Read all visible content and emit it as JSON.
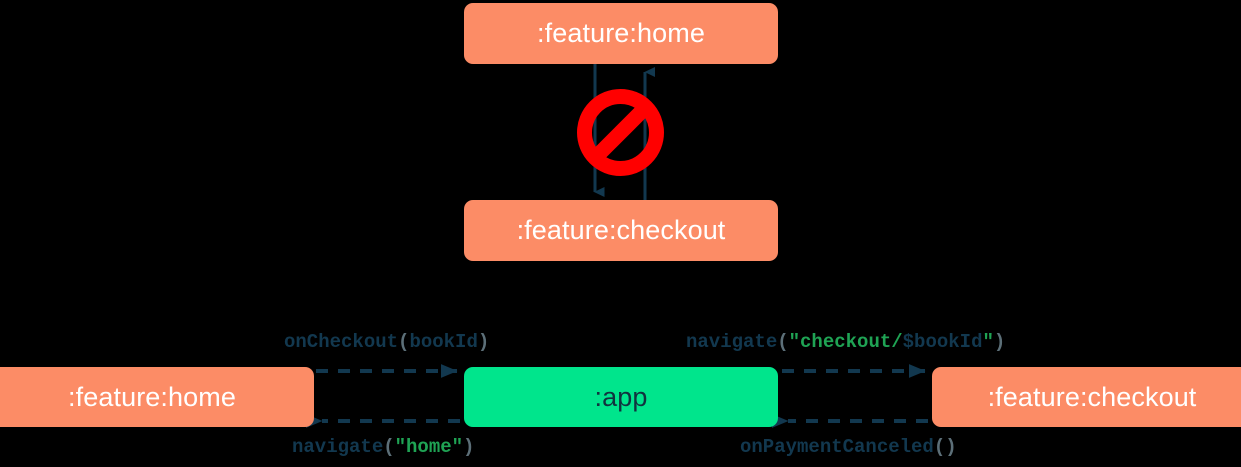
{
  "diagram": {
    "title": "module navigation diagram",
    "colors": {
      "background": "#000000",
      "feature_module": "#FC8C66",
      "app_module": "#00E58C",
      "arrow": "#12384F",
      "forbidden": "#FF0000",
      "string_literal": "#1FA354",
      "punctuation": "#5C6F78"
    }
  },
  "top_section": {
    "nodes": {
      "home": {
        "label": ":feature:home"
      },
      "checkout": {
        "label": ":feature:checkout"
      }
    },
    "forbidden_marker": {
      "icon": "no-entry-icon",
      "meaning": "direct dependency between feature modules is not allowed"
    },
    "edges": [
      {
        "from": ":feature:home",
        "to": ":feature:checkout",
        "direction": "down",
        "style": "solid"
      },
      {
        "from": ":feature:checkout",
        "to": ":feature:home",
        "direction": "up",
        "style": "solid"
      }
    ]
  },
  "bottom_section": {
    "nodes": {
      "home": {
        "label": ":feature:home"
      },
      "app": {
        "label": ":app"
      },
      "checkout": {
        "label": ":feature:checkout"
      }
    },
    "edges": [
      {
        "id": "home-to-app",
        "from": ":feature:home",
        "to": ":app",
        "direction": "right",
        "style": "dashed",
        "label": {
          "tokens": [
            {
              "text": "onCheckout",
              "type": "fn"
            },
            {
              "text": "(",
              "type": "punc"
            },
            {
              "text": "bookId",
              "type": "arg"
            },
            {
              "text": ")",
              "type": "punc"
            }
          ],
          "plain": "onCheckout(bookId)"
        }
      },
      {
        "id": "app-to-checkout",
        "from": ":app",
        "to": ":feature:checkout",
        "direction": "right",
        "style": "dashed",
        "label": {
          "tokens": [
            {
              "text": "navigate",
              "type": "fn"
            },
            {
              "text": "(",
              "type": "punc"
            },
            {
              "text": "\"checkout/",
              "type": "str"
            },
            {
              "text": "$bookId",
              "type": "var"
            },
            {
              "text": "\"",
              "type": "str"
            },
            {
              "text": ")",
              "type": "punc"
            }
          ],
          "plain": "navigate(\"checkout/$bookId\")"
        }
      },
      {
        "id": "app-to-home",
        "from": ":app",
        "to": ":feature:home",
        "direction": "left",
        "style": "dashed",
        "label": {
          "tokens": [
            {
              "text": "navigate",
              "type": "fn"
            },
            {
              "text": "(",
              "type": "punc"
            },
            {
              "text": "\"home\"",
              "type": "str"
            },
            {
              "text": ")",
              "type": "punc"
            }
          ],
          "plain": "navigate(\"home\")"
        }
      },
      {
        "id": "checkout-to-app",
        "from": ":feature:checkout",
        "to": ":app",
        "direction": "left",
        "style": "dashed",
        "label": {
          "tokens": [
            {
              "text": "onPaymentCanceled",
              "type": "fn"
            },
            {
              "text": "()",
              "type": "punc"
            }
          ],
          "plain": "onPaymentCanceled()"
        }
      }
    ]
  }
}
